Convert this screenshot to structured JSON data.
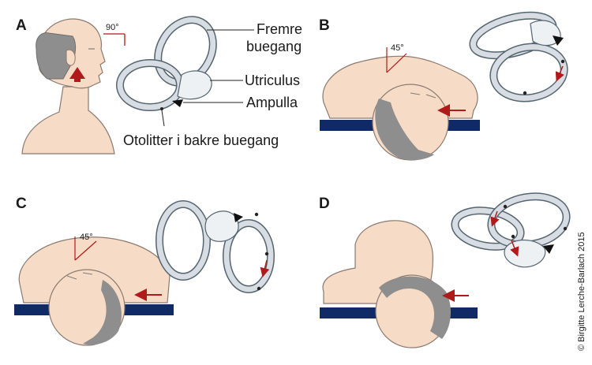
{
  "panels": {
    "a": "A",
    "b": "B",
    "c": "C",
    "d": "D"
  },
  "labels": {
    "angle_a": "90°",
    "angle_b": "45°",
    "angle_c": "45°",
    "anterior_canal": [
      "Fremre",
      "buegang"
    ],
    "utricle": "Utriculus",
    "ampulla": "Ampulla",
    "otoliths": "Otolitter i bakre buegang"
  },
  "copyright": "© Birgitte Lerche-Barlach 2015",
  "colors": {
    "skin": "#f6dcc6",
    "skin_line": "#8a7a70",
    "hair": "#8e8e8e",
    "table": "#0f2a66",
    "arrow": "#b01a1a",
    "canal": "#d7dde3",
    "canal_line": "#556570"
  }
}
